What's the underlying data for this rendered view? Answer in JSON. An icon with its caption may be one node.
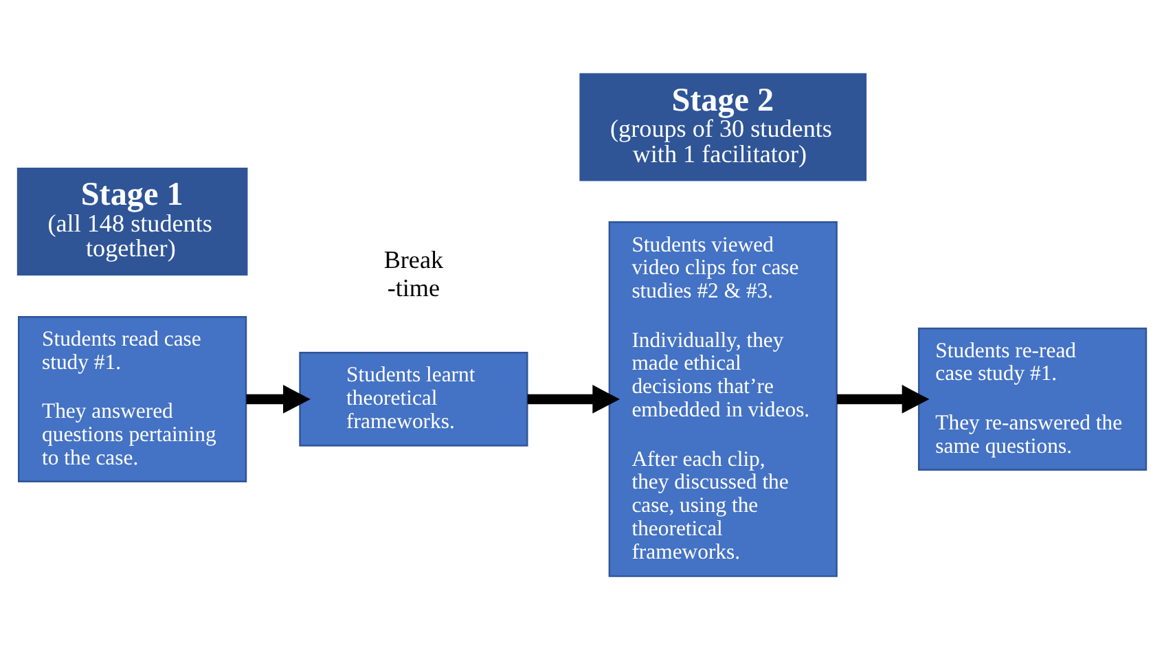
{
  "diagram": {
    "nodes": [
      {
        "text": [
          "Stage 1",
          "(all 148 students together)"
        ]
      },
      {
        "text": [
          "Stage 2",
          "(groups of 30 students with 1 facilitator)"
        ]
      },
      {
        "text": [
          "Students read case study #1.",
          "They answered questions pertaining to the case."
        ]
      },
      {
        "text": [
          "Students learnt theoretical frameworks."
        ]
      },
      {
        "text": [
          "Students viewed video clips for case studies #2 & #3.",
          "Individually, they made ethical decisions that’re  embedded in videos.",
          "After each clip, they discussed the case, using the theoretical frameworks."
        ]
      },
      {
        "text": [
          "Students re-read case study #1.",
          "They re-answered the same questions."
        ]
      }
    ],
    "edges": [
      {
        "from": 2,
        "to": 3,
        "arrow": "to"
      },
      {
        "from": 3,
        "to": 4,
        "arrow": "to"
      },
      {
        "from": 4,
        "to": 5,
        "arrow": "to"
      }
    ],
    "labels": [
      "Break -time"
    ]
  }
}
